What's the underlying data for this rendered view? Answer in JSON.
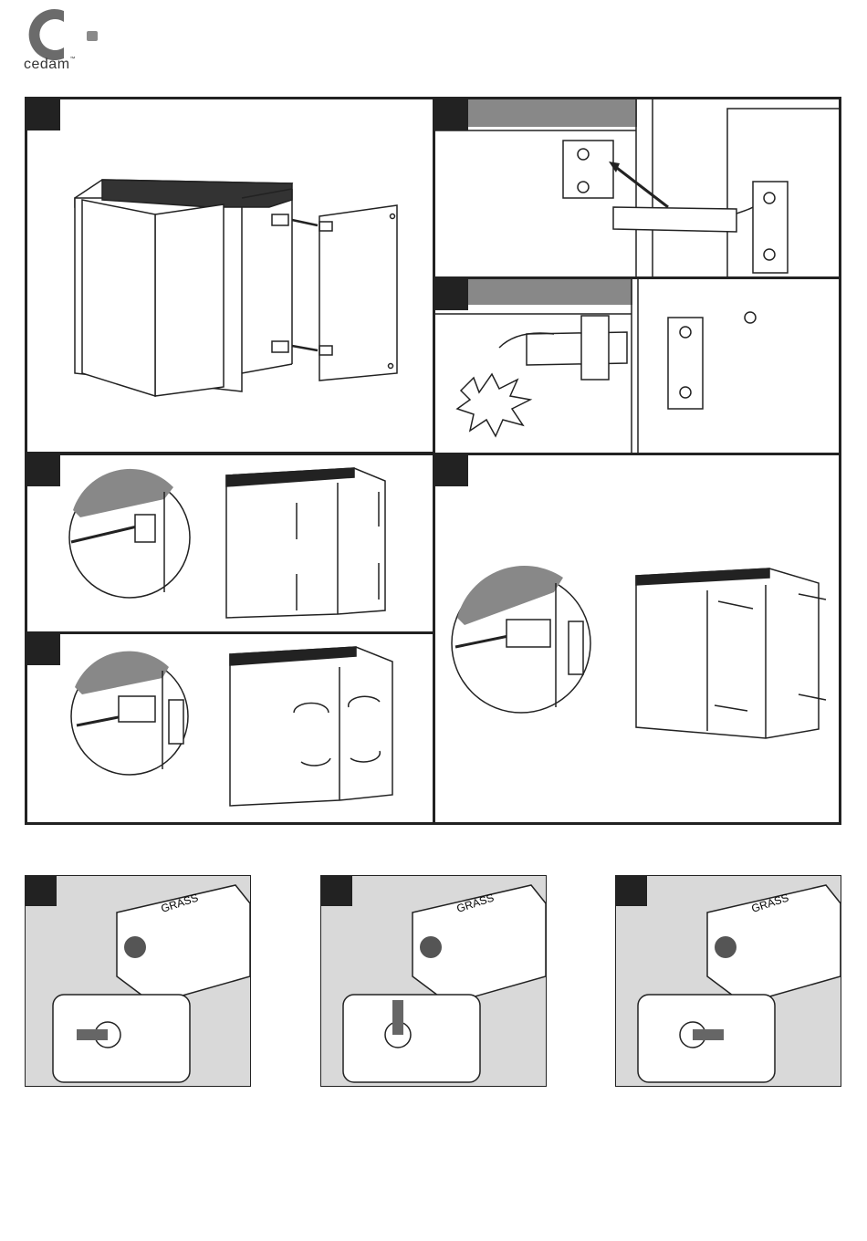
{
  "brand": {
    "name": "cedam",
    "trademark": "™"
  },
  "hinge_brand": "GRASS",
  "panels": [
    {
      "id": "step-mount-doors",
      "icon": "cabinet-door-mount-icon"
    },
    {
      "id": "step-attach-hinge",
      "icon": "hinge-attach-icon"
    },
    {
      "id": "step-click-hinge",
      "icon": "hinge-click-icon"
    },
    {
      "id": "step-vertical-adjust",
      "icon": "vertical-adjust-icon"
    },
    {
      "id": "step-depth-adjust",
      "icon": "depth-adjust-icon"
    },
    {
      "id": "step-side-adjust",
      "icon": "side-adjust-icon"
    }
  ],
  "damper_panels": [
    {
      "id": "damper-setting-1",
      "lever_position": "left"
    },
    {
      "id": "damper-setting-2",
      "lever_position": "up"
    },
    {
      "id": "damper-setting-3",
      "lever_position": "right"
    }
  ]
}
